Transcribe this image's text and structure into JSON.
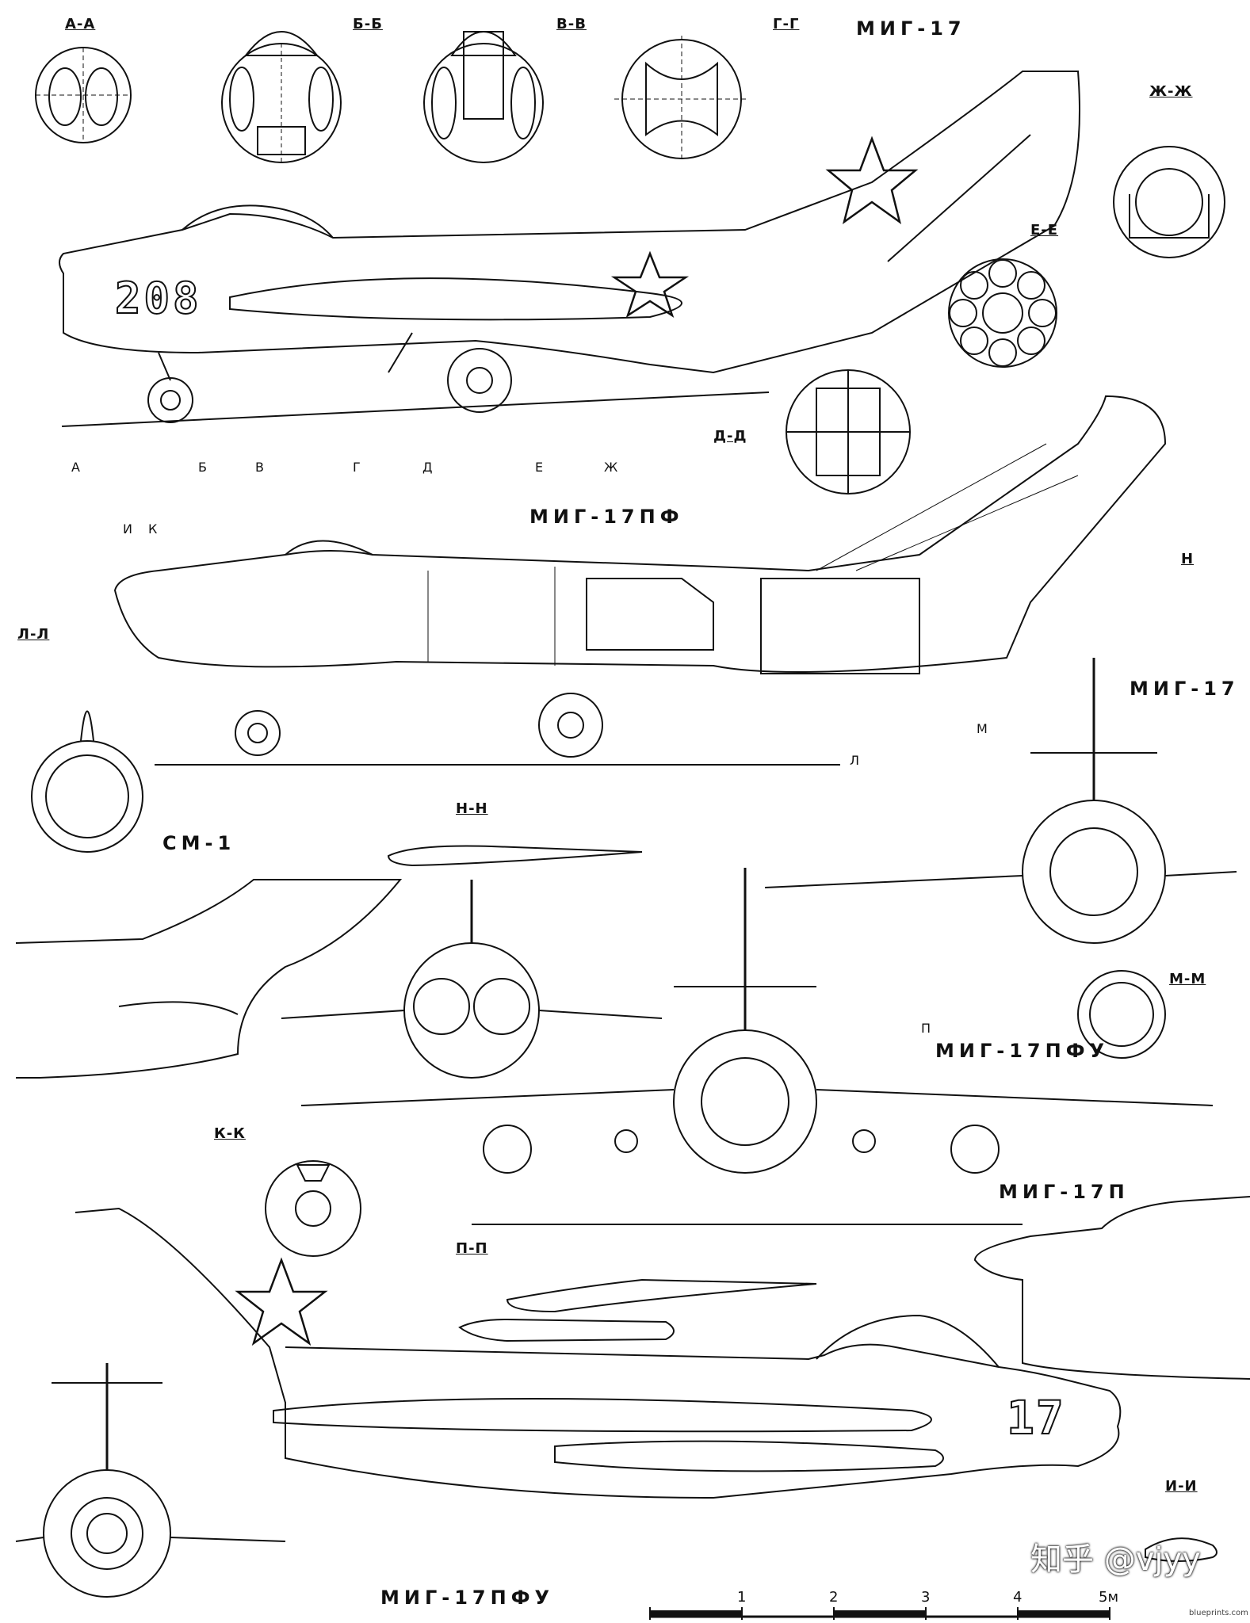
{
  "titles": {
    "mig17": "МИГ-17",
    "mig17pf": "МИГ-17ПФ",
    "mig17_right": "МИГ-17",
    "sm1": "СМ-1",
    "mig17pfu": "МИГ-17ПФУ",
    "mig17p": "МИГ-17П",
    "mig17pfu_bottom": "МИГ-17ПФУ"
  },
  "sections": {
    "aa": "А-А",
    "bb": "Б-Б",
    "vv": "В-В",
    "gg": "Г-Г",
    "zhzh": "Ж-Ж",
    "ee": "Е-Е",
    "dd": "Д-Д",
    "n": "Н",
    "ll": "Л-Л",
    "nn": "Н-Н",
    "mm": "М-М",
    "kk": "К-К",
    "pp": "П-П",
    "ii": "И-И"
  },
  "station_marks": {
    "a": "А",
    "b": "Б",
    "v": "В",
    "g": "Г",
    "d": "Д",
    "e": "Е",
    "zh": "Ж",
    "i": "И",
    "k": "К",
    "l": "Л",
    "m": "М",
    "p": "П"
  },
  "tail_numbers": {
    "top": "208",
    "bottom": "17"
  },
  "scale": {
    "ticks": [
      "1",
      "2",
      "3",
      "4",
      "5м"
    ]
  },
  "watermark": "知乎 @vjyy",
  "credit": "blueprints.com"
}
